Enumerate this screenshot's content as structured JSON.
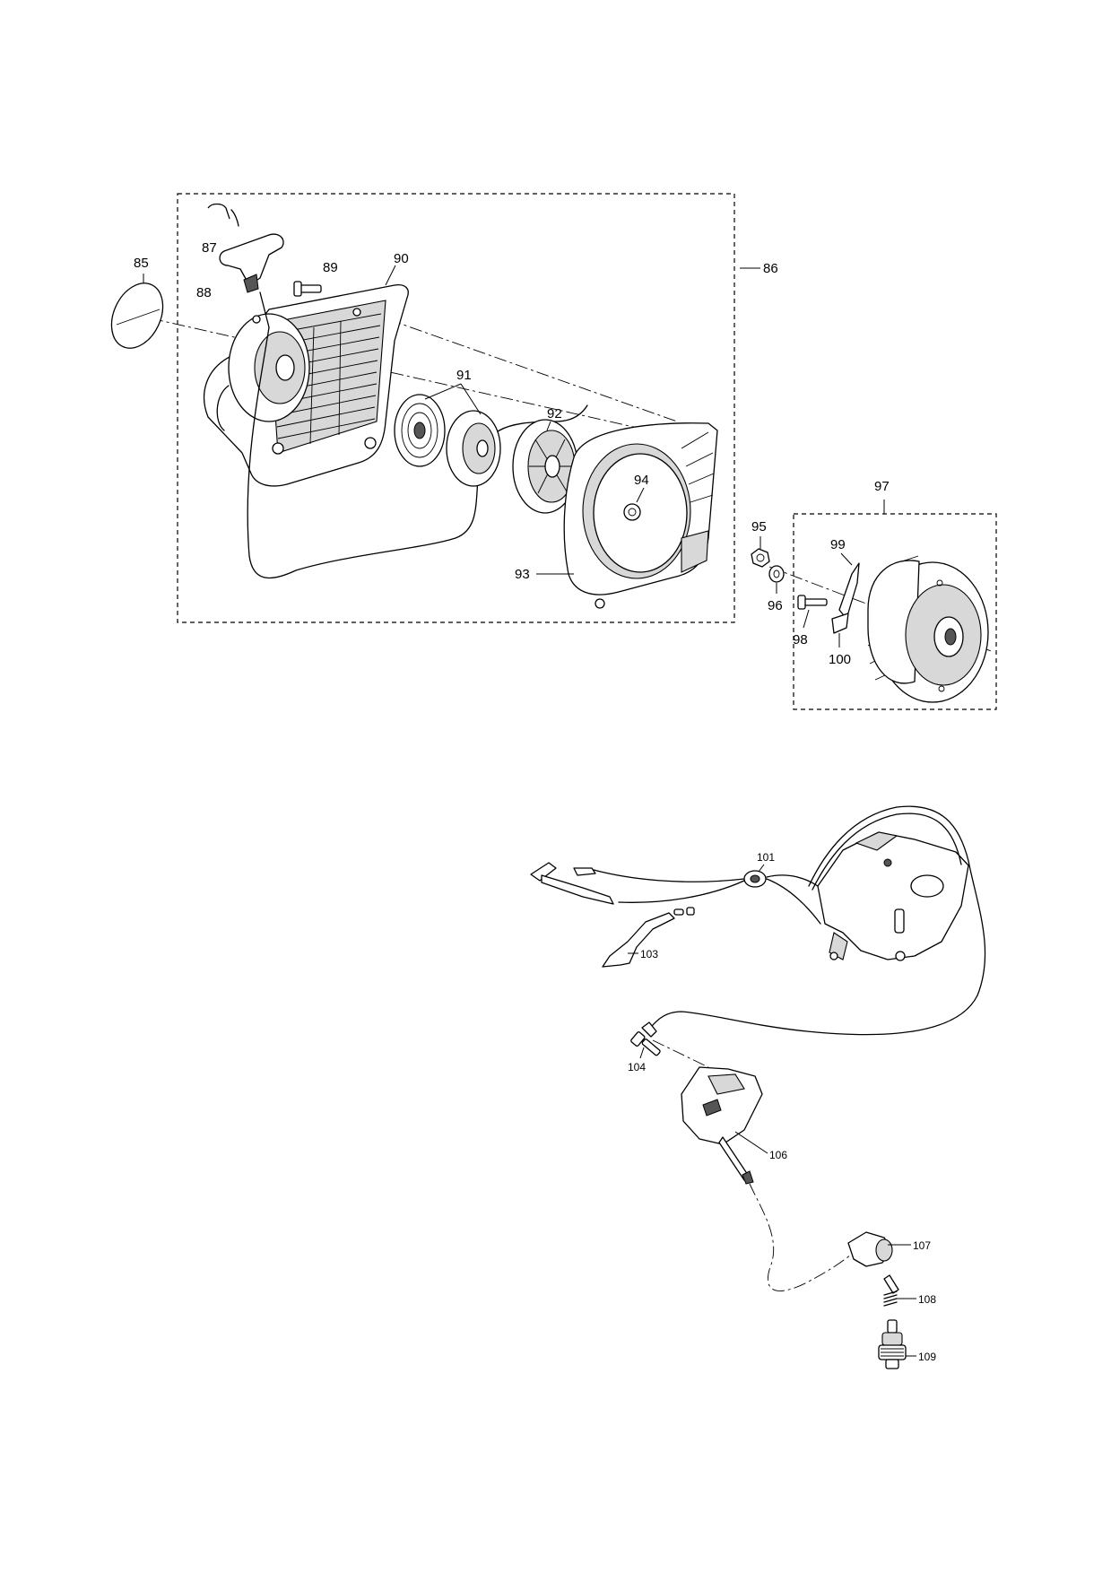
{
  "labels": {
    "p85": "85",
    "p86": "86",
    "p87": "87",
    "p88": "88",
    "p89": "89",
    "p90": "90",
    "p91": "91",
    "p92": "92",
    "p93": "93",
    "p94": "94",
    "p95": "95",
    "p96": "96",
    "p97": "97",
    "p98": "98",
    "p99": "99",
    "p100": "100",
    "p101": "101",
    "p103": "103",
    "p104": "104",
    "p106": "106",
    "p107": "107",
    "p108": "108",
    "p109": "109"
  }
}
